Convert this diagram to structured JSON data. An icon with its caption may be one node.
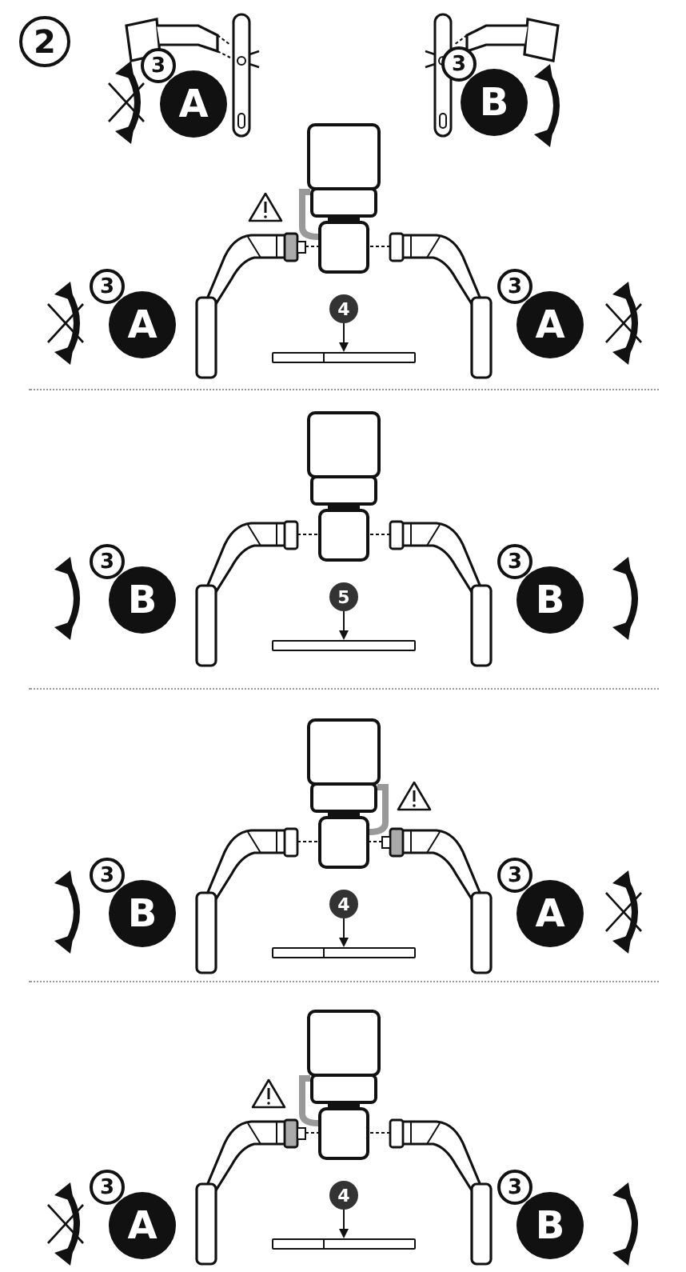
{
  "diagram": {
    "nodes": [
      {
        "text": [
          "2"
        ]
      },
      {
        "text": [
          "3",
          "A"
        ]
      },
      {
        "text": [
          "3",
          "B"
        ]
      },
      {
        "text": [
          "3",
          "A"
        ]
      },
      {
        "text": [
          "4"
        ]
      },
      {
        "text": [],
        "shape": "bar"
      },
      {
        "text": [
          "3",
          "A"
        ]
      },
      {
        "text": [
          "3",
          "B"
        ]
      },
      {
        "text": [
          "5"
        ]
      },
      {
        "text": [],
        "shape": "bar"
      },
      {
        "text": [
          "3",
          "B"
        ]
      },
      {
        "text": [
          "3",
          "B"
        ]
      },
      {
        "text": [
          "4"
        ]
      },
      {
        "text": [],
        "shape": "bar"
      },
      {
        "text": [
          "3",
          "A"
        ]
      },
      {
        "text": [
          "3",
          "A"
        ]
      },
      {
        "text": [
          "4"
        ]
      },
      {
        "text": [],
        "shape": "bar"
      },
      {
        "text": [
          "3",
          "B"
        ]
      }
    ],
    "edges": [
      {
        "from": 4,
        "to": 5,
        "arrow": "to"
      },
      {
        "from": 8,
        "to": 9,
        "arrow": "to"
      },
      {
        "from": 12,
        "to": 13,
        "arrow": "to"
      },
      {
        "from": 16,
        "to": 17,
        "arrow": "to"
      }
    ]
  }
}
